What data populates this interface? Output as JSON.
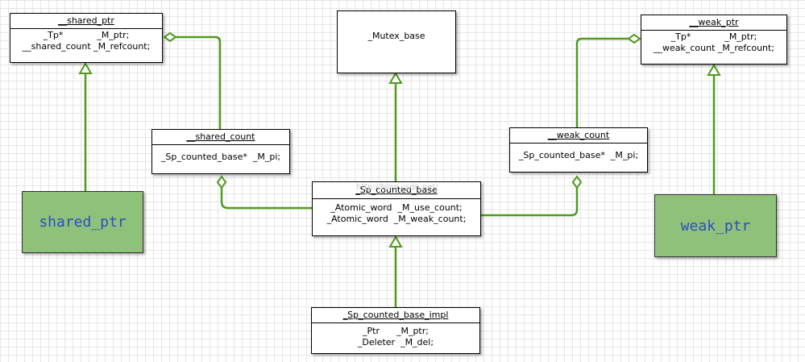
{
  "colors": {
    "connector": "#4f9a1f",
    "note_fill": "#8fc17a",
    "note_text": "#2a4fc0"
  },
  "classes": {
    "shared_ptr_class": {
      "title": "__shared_ptr",
      "fields": [
        "_Tp*            _M_ptr;",
        "__shared_count _M_refcount;"
      ]
    },
    "mutex_base": {
      "title": "_Mutex_base"
    },
    "weak_ptr_class": {
      "title": "__weak_ptr",
      "fields": [
        "_Tp*            _M_ptr;",
        "__weak_count _M_refcount;"
      ]
    },
    "shared_count": {
      "title": "__shared_count",
      "fields": [
        "_Sp_counted_base*  _M_pi;"
      ]
    },
    "weak_count": {
      "title": "__weak_count",
      "fields": [
        "_Sp_counted_base*  _M_pi;"
      ]
    },
    "sp_counted_base": {
      "title": "_Sp_counted_base",
      "fields": [
        "_Atomic_word  _M_use_count;",
        "_Atomic_word  _M_weak_count;"
      ]
    },
    "sp_counted_base_impl": {
      "title": "_Sp_counted_base_impl",
      "fields": [
        "_Ptr      _M_ptr;",
        "_Deleter  _M_del;"
      ]
    }
  },
  "notes": {
    "shared_ptr": "shared_ptr",
    "weak_ptr": "weak_ptr"
  },
  "watermark": "http://blog.csdn.net/"
}
